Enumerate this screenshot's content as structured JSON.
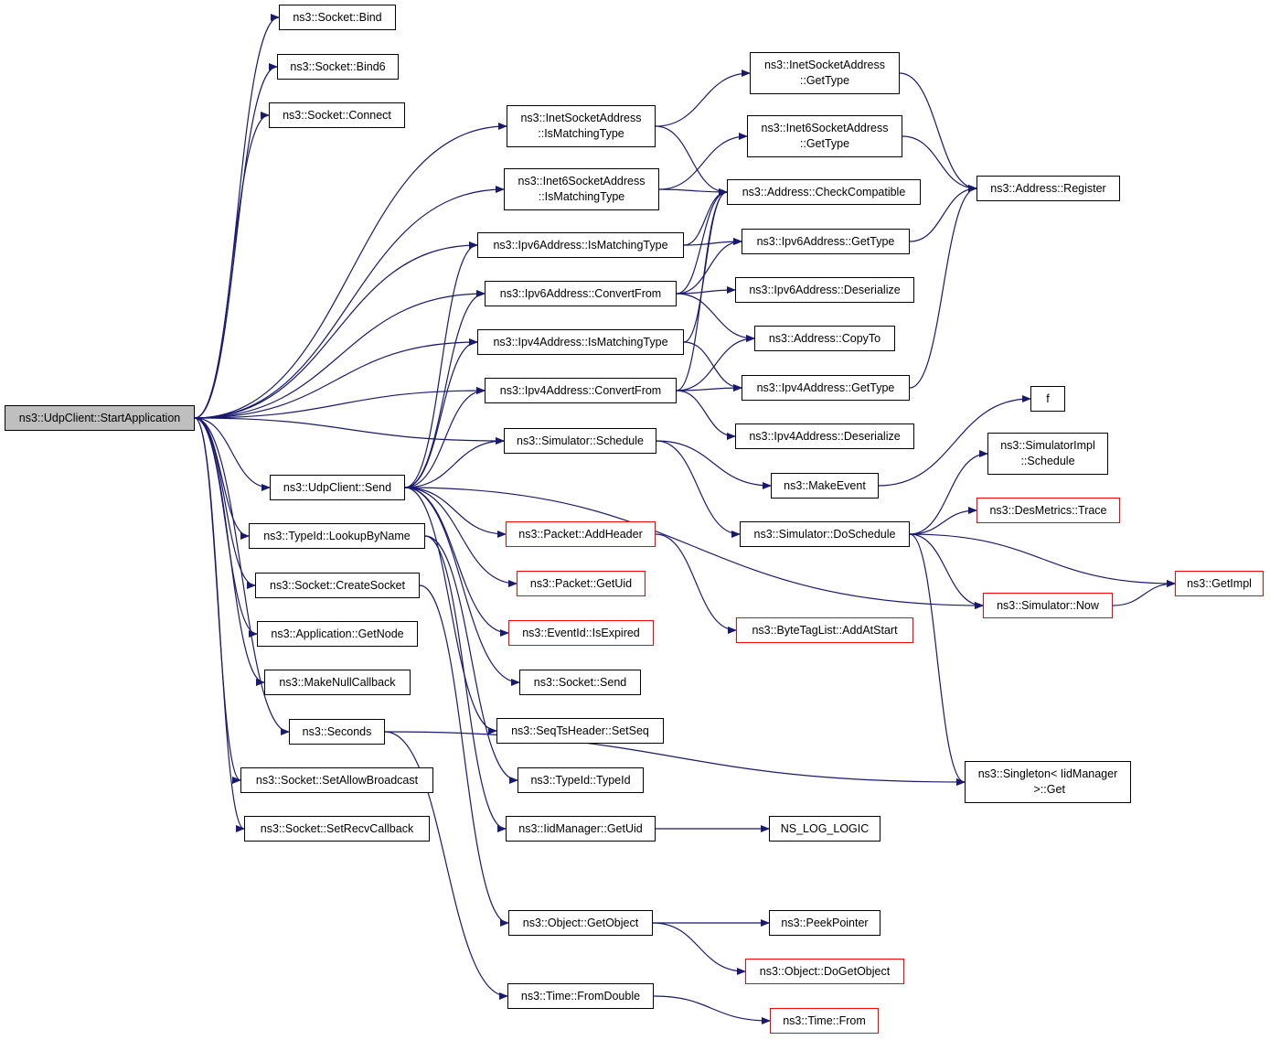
{
  "colors": {
    "edge": "#191970",
    "border": "#000000",
    "incomplete_border": "#ff0000",
    "root_fill": "#bfbfbf"
  },
  "nodes": [
    {
      "id": "start",
      "label": "ns3::UdpClient::StartApplication",
      "root": true
    },
    {
      "id": "bind",
      "label": "ns3::Socket::Bind"
    },
    {
      "id": "bind6",
      "label": "ns3::Socket::Bind6"
    },
    {
      "id": "connect",
      "label": "ns3::Socket::Connect"
    },
    {
      "id": "inetmatch",
      "label": "ns3::InetSocketAddress\n::IsMatchingType"
    },
    {
      "id": "inet6match",
      "label": "ns3::Inet6SocketAddress\n::IsMatchingType"
    },
    {
      "id": "ipv6match",
      "label": "ns3::Ipv6Address::IsMatchingType"
    },
    {
      "id": "ipv6conv",
      "label": "ns3::Ipv6Address::ConvertFrom"
    },
    {
      "id": "ipv4match",
      "label": "ns3::Ipv4Address::IsMatchingType"
    },
    {
      "id": "ipv4conv",
      "label": "ns3::Ipv4Address::ConvertFrom"
    },
    {
      "id": "schedule",
      "label": "ns3::Simulator::Schedule"
    },
    {
      "id": "send",
      "label": "ns3::UdpClient::Send"
    },
    {
      "id": "lookup",
      "label": "ns3::TypeId::LookupByName"
    },
    {
      "id": "createsock",
      "label": "ns3::Socket::CreateSocket"
    },
    {
      "id": "getnode",
      "label": "ns3::Application::GetNode"
    },
    {
      "id": "nullcb",
      "label": "ns3::MakeNullCallback"
    },
    {
      "id": "seconds",
      "label": "ns3::Seconds"
    },
    {
      "id": "allowbc",
      "label": "ns3::Socket::SetAllowBroadcast"
    },
    {
      "id": "recvcb",
      "label": "ns3::Socket::SetRecvCallback"
    },
    {
      "id": "inetgettype",
      "label": "ns3::InetSocketAddress\n::GetType"
    },
    {
      "id": "inet6gettype",
      "label": "ns3::Inet6SocketAddress\n::GetType"
    },
    {
      "id": "checkcompat",
      "label": "ns3::Address::CheckCompatible"
    },
    {
      "id": "register",
      "label": "ns3::Address::Register"
    },
    {
      "id": "ipv6gettype",
      "label": "ns3::Ipv6Address::GetType"
    },
    {
      "id": "ipv6deser",
      "label": "ns3::Ipv6Address::Deserialize"
    },
    {
      "id": "copyto",
      "label": "ns3::Address::CopyTo"
    },
    {
      "id": "ipv4gettype",
      "label": "ns3::Ipv4Address::GetType"
    },
    {
      "id": "f",
      "label": "f"
    },
    {
      "id": "ipv4deser",
      "label": "ns3::Ipv4Address::Deserialize"
    },
    {
      "id": "simimplsched",
      "label": "ns3::SimulatorImpl\n::Schedule"
    },
    {
      "id": "makeevent",
      "label": "ns3::MakeEvent"
    },
    {
      "id": "desmetrics",
      "label": "ns3::DesMetrics::Trace",
      "incomplete": true
    },
    {
      "id": "doschedule",
      "label": "ns3::Simulator::DoSchedule"
    },
    {
      "id": "addheader",
      "label": "ns3::Packet::AddHeader",
      "incomplete": true
    },
    {
      "id": "getuidpkt",
      "label": "ns3::Packet::GetUid",
      "incomplete": true
    },
    {
      "id": "getimpl",
      "label": "ns3::GetImpl",
      "incomplete": true
    },
    {
      "id": "now",
      "label": "ns3::Simulator::Now",
      "incomplete": true
    },
    {
      "id": "isexpired",
      "label": "ns3::EventId::IsExpired",
      "incomplete": true
    },
    {
      "id": "addatstart",
      "label": "ns3::ByteTagList::AddAtStart",
      "incomplete": true
    },
    {
      "id": "socksend",
      "label": "ns3::Socket::Send"
    },
    {
      "id": "setseq",
      "label": "ns3::SeqTsHeader::SetSeq"
    },
    {
      "id": "singleton",
      "label": "ns3::Singleton< IidManager\n >::Get"
    },
    {
      "id": "typeid",
      "label": "ns3::TypeId::TypeId"
    },
    {
      "id": "iidgetuid",
      "label": "ns3::IidManager::GetUid"
    },
    {
      "id": "nslog",
      "label": "NS_LOG_LOGIC"
    },
    {
      "id": "getobject",
      "label": "ns3::Object::GetObject"
    },
    {
      "id": "peekptr",
      "label": "ns3::PeekPointer"
    },
    {
      "id": "dogetobject",
      "label": "ns3::Object::DoGetObject",
      "incomplete": true
    },
    {
      "id": "fromdouble",
      "label": "ns3::Time::FromDouble"
    },
    {
      "id": "timefrom",
      "label": "ns3::Time::From",
      "incomplete": true
    }
  ],
  "edges": [
    [
      "start",
      "bind"
    ],
    [
      "start",
      "bind6"
    ],
    [
      "start",
      "connect"
    ],
    [
      "start",
      "inetmatch"
    ],
    [
      "start",
      "inet6match"
    ],
    [
      "start",
      "ipv6match"
    ],
    [
      "start",
      "ipv6conv"
    ],
    [
      "start",
      "ipv4match"
    ],
    [
      "start",
      "ipv4conv"
    ],
    [
      "start",
      "schedule"
    ],
    [
      "start",
      "send"
    ],
    [
      "start",
      "lookup"
    ],
    [
      "start",
      "createsock"
    ],
    [
      "start",
      "getnode"
    ],
    [
      "start",
      "nullcb"
    ],
    [
      "start",
      "seconds"
    ],
    [
      "start",
      "allowbc"
    ],
    [
      "start",
      "recvcb"
    ],
    [
      "inetmatch",
      "inetgettype"
    ],
    [
      "inetmatch",
      "checkcompat"
    ],
    [
      "inet6match",
      "inet6gettype"
    ],
    [
      "inet6match",
      "checkcompat"
    ],
    [
      "inetgettype",
      "register"
    ],
    [
      "inet6gettype",
      "register"
    ],
    [
      "ipv6match",
      "checkcompat"
    ],
    [
      "ipv6match",
      "ipv6gettype"
    ],
    [
      "ipv6gettype",
      "register"
    ],
    [
      "ipv6conv",
      "checkcompat"
    ],
    [
      "ipv6conv",
      "ipv6gettype"
    ],
    [
      "ipv6conv",
      "ipv6deser"
    ],
    [
      "ipv6conv",
      "copyto"
    ],
    [
      "ipv4match",
      "checkcompat"
    ],
    [
      "ipv4match",
      "ipv4gettype"
    ],
    [
      "ipv4conv",
      "checkcompat"
    ],
    [
      "ipv4conv",
      "copyto"
    ],
    [
      "ipv4conv",
      "ipv4gettype"
    ],
    [
      "ipv4conv",
      "ipv4deser"
    ],
    [
      "ipv4gettype",
      "register"
    ],
    [
      "schedule",
      "makeevent"
    ],
    [
      "schedule",
      "doschedule"
    ],
    [
      "makeevent",
      "f"
    ],
    [
      "doschedule",
      "simimplsched"
    ],
    [
      "doschedule",
      "desmetrics"
    ],
    [
      "doschedule",
      "getimpl"
    ],
    [
      "doschedule",
      "now"
    ],
    [
      "doschedule",
      "singleton"
    ],
    [
      "now",
      "getimpl"
    ],
    [
      "send",
      "ipv6match"
    ],
    [
      "send",
      "ipv6conv"
    ],
    [
      "send",
      "ipv4match"
    ],
    [
      "send",
      "ipv4conv"
    ],
    [
      "send",
      "schedule"
    ],
    [
      "send",
      "addheader"
    ],
    [
      "send",
      "getuidpkt"
    ],
    [
      "send",
      "isexpired"
    ],
    [
      "send",
      "socksend"
    ],
    [
      "send",
      "setseq"
    ],
    [
      "send",
      "now"
    ],
    [
      "addheader",
      "addatstart"
    ],
    [
      "lookup",
      "typeid"
    ],
    [
      "lookup",
      "iidgetuid"
    ],
    [
      "iidgetuid",
      "nslog"
    ],
    [
      "createsock",
      "getobject"
    ],
    [
      "getobject",
      "peekptr"
    ],
    [
      "getobject",
      "dogetobject"
    ],
    [
      "seconds",
      "fromdouble"
    ],
    [
      "seconds",
      "singleton"
    ],
    [
      "fromdouble",
      "timefrom"
    ]
  ]
}
